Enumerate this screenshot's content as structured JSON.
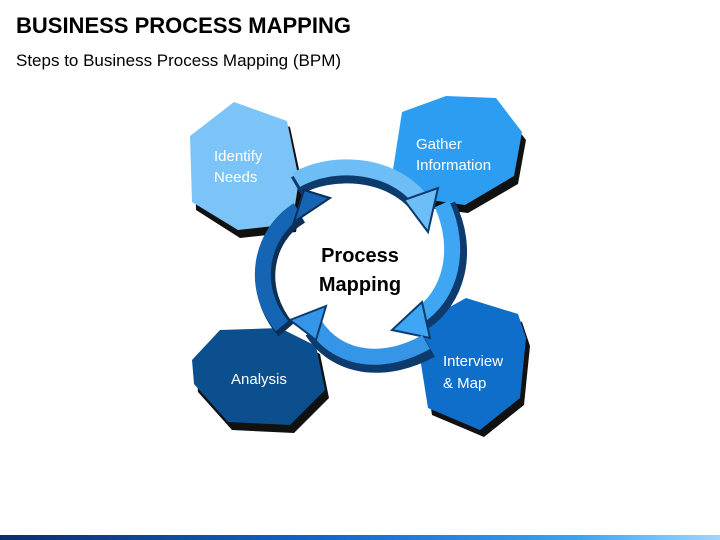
{
  "slide": {
    "title": "BUSINESS PROCESS MAPPING",
    "subtitle": "Steps to Business Process Mapping (BPM)"
  },
  "center": {
    "line1": "Process",
    "line2": "Mapping"
  },
  "steps": [
    {
      "line1": "Identify",
      "line2": "Needs",
      "color": "#7cc4f8"
    },
    {
      "line1": "Gather",
      "line2": "Information",
      "color": "#2d9df2"
    },
    {
      "line1": "Interview",
      "line2": "& Map",
      "color": "#0f6ec9"
    },
    {
      "line1": "Analysis",
      "line2": "",
      "color": "#0b4f8f"
    }
  ],
  "arrow_colors": {
    "light": "#5ab4f5",
    "mid": "#2a8ee6",
    "dark": "#0e5aa8"
  }
}
